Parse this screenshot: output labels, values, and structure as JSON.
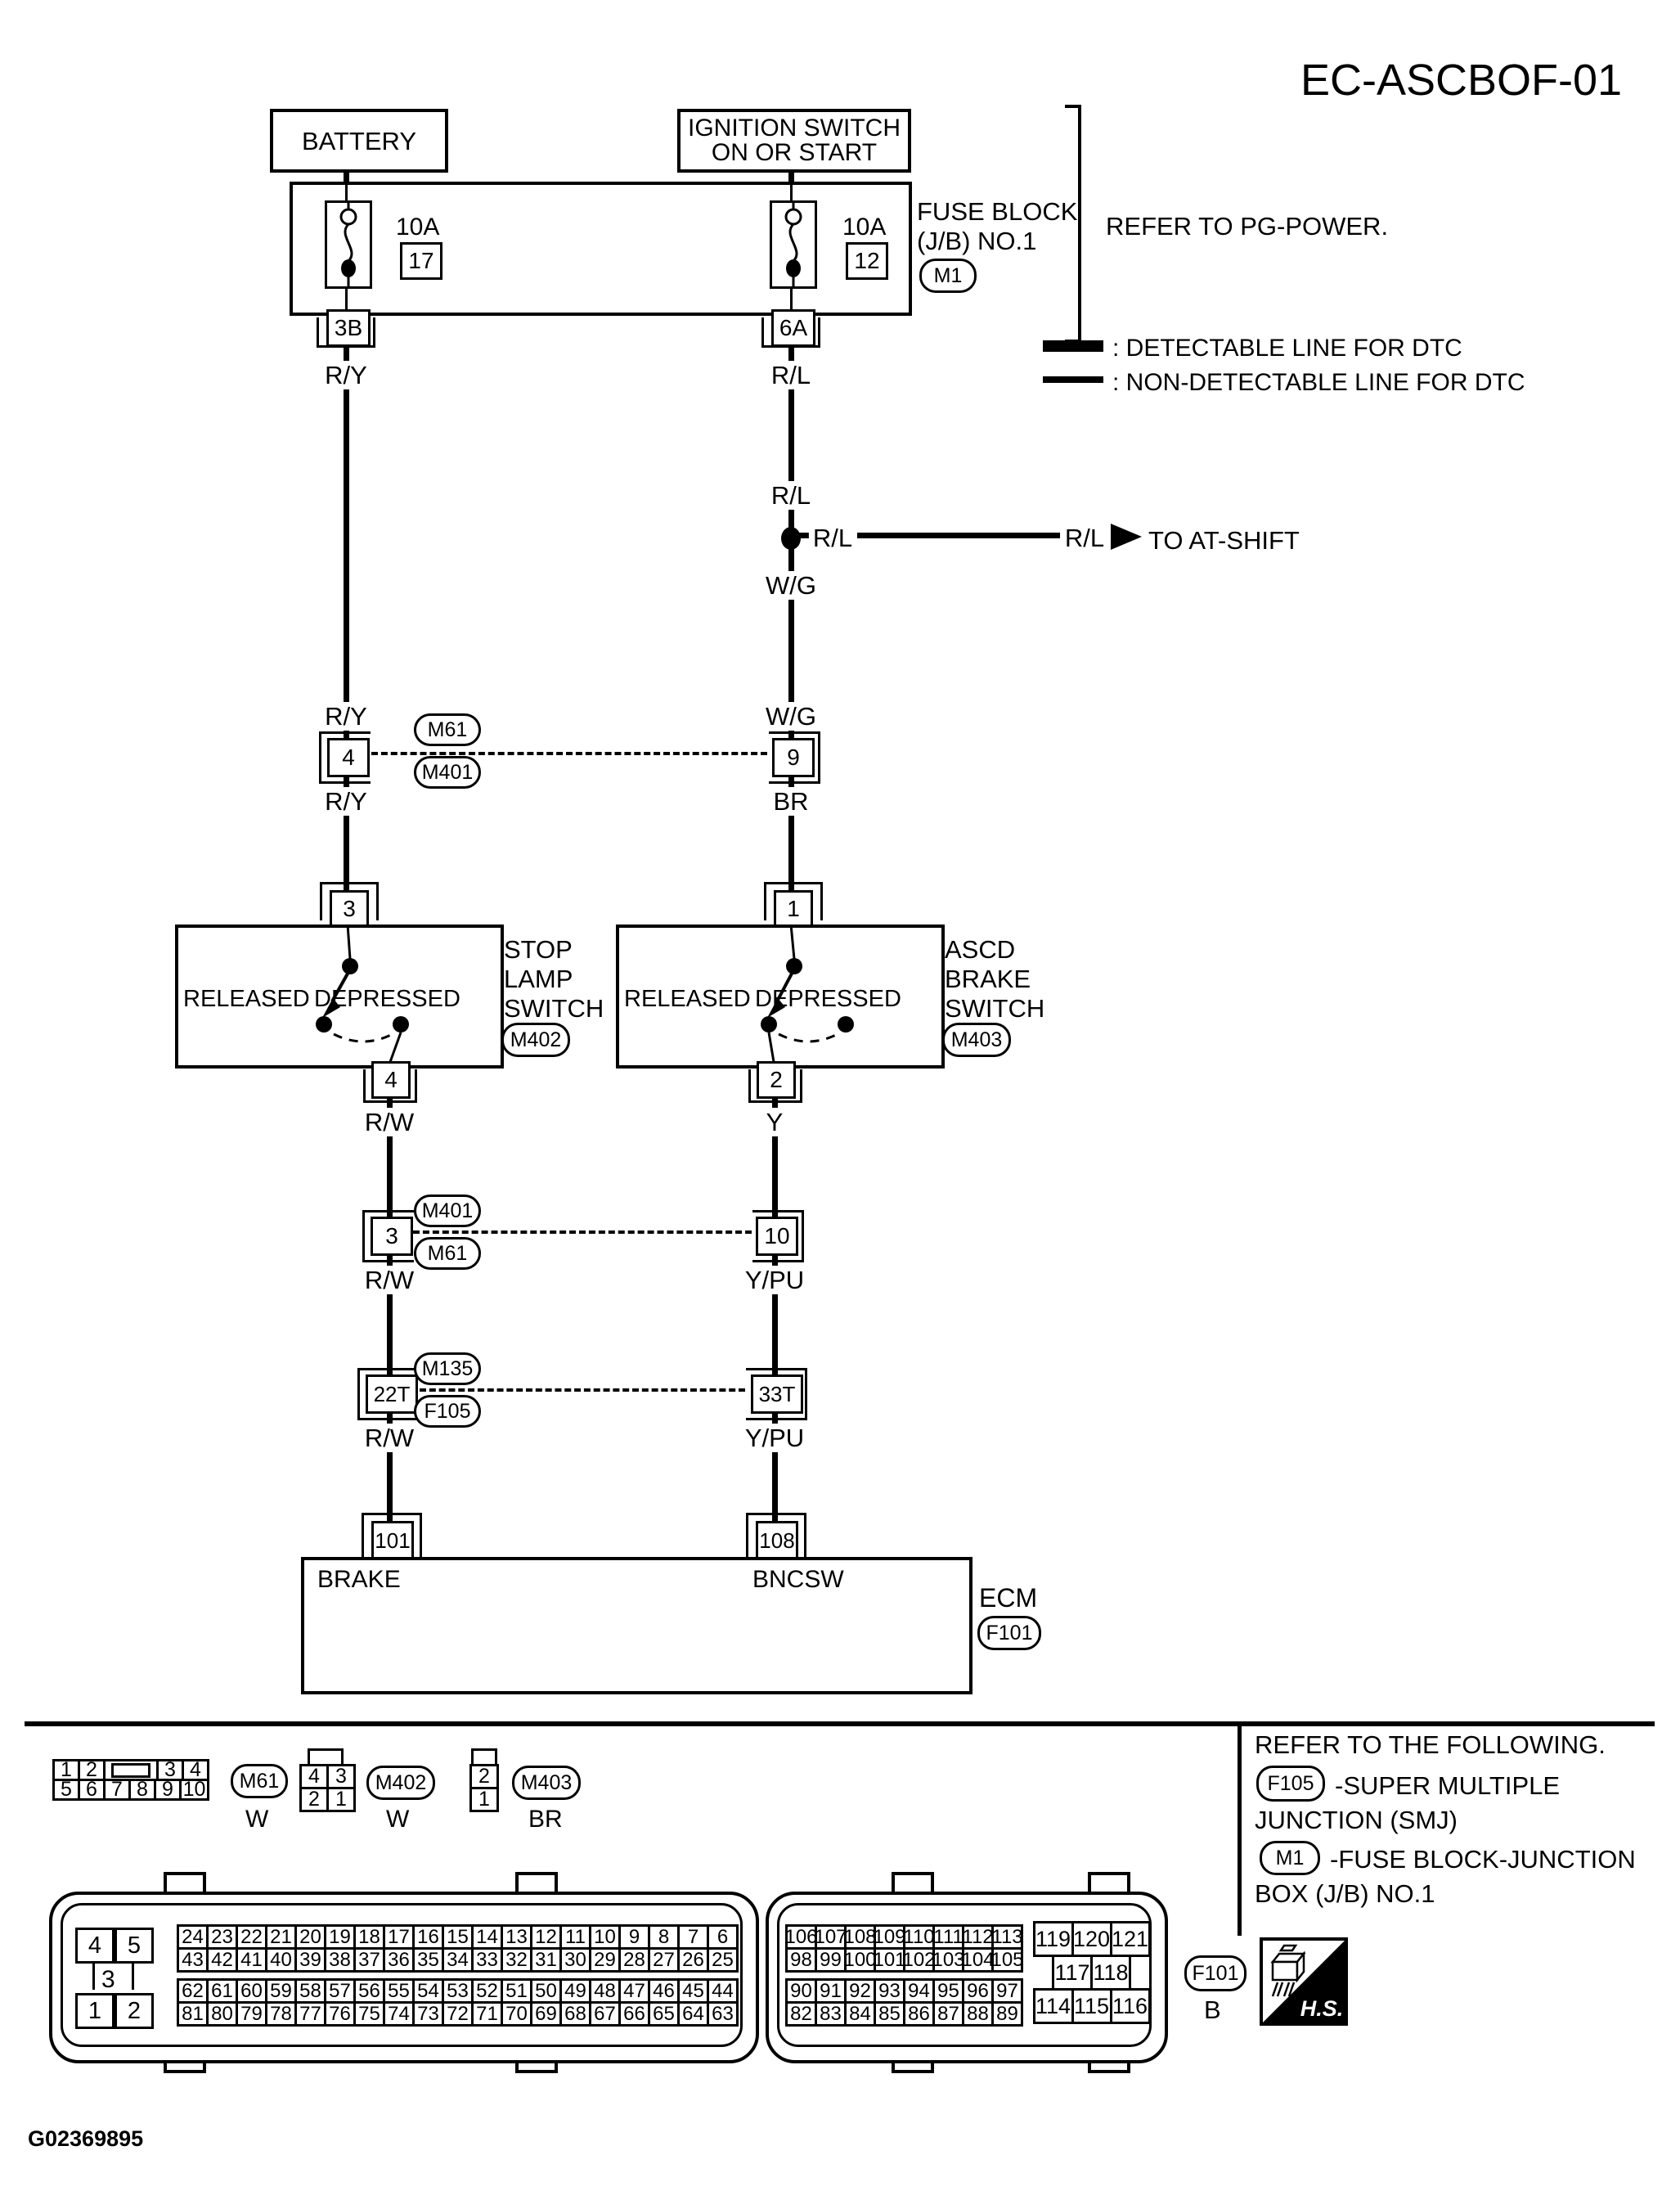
{
  "title": "EC-ASCBOF-01",
  "figure_code": "G02369895",
  "header": {
    "refer_pg_power": "REFER TO PG-POWER."
  },
  "legend": {
    "detectable": ": DETECTABLE LINE FOR DTC",
    "non_detectable": ": NON-DETECTABLE LINE FOR DTC"
  },
  "power": {
    "battery": "BATTERY",
    "ignition_line1": "IGNITION SWITCH",
    "ignition_line2": "ON OR START",
    "fuse_block_line1": "FUSE BLOCK",
    "fuse_block_line2": "(J/B) NO.1",
    "fuse_block_ref": "M1",
    "fuse_left_rating": "10A",
    "fuse_left_no": "17",
    "fuse_right_rating": "10A",
    "fuse_right_no": "12",
    "pin_3b": "3B",
    "pin_6a": "6A"
  },
  "wire_colors": {
    "ry": "R/Y",
    "rl": "R/L",
    "wg": "W/G",
    "br": "BR",
    "rw": "R/W",
    "y": "Y",
    "ypu": "Y/PU"
  },
  "branch": {
    "label": "TO AT-SHIFT",
    "wire": "R/L"
  },
  "junction_row1": {
    "left_pin": "4",
    "right_pin": "9",
    "ref_top": "M61",
    "ref_bottom": "M401"
  },
  "junction_row2": {
    "left_pin": "3",
    "right_pin": "10",
    "ref_top": "M401",
    "ref_bottom": "M61"
  },
  "junction_row3": {
    "left_pin": "22T",
    "right_pin": "33T",
    "ref_top": "M135",
    "ref_bottom": "F105"
  },
  "stop_lamp_switch": {
    "pin_top": "3",
    "pin_bottom": "4",
    "released": "RELEASED",
    "depressed": "DEPRESSED",
    "name1": "STOP",
    "name2": "LAMP",
    "name3": "SWITCH",
    "ref": "M402"
  },
  "ascd_brake_switch": {
    "pin_top": "1",
    "pin_bottom": "2",
    "released": "RELEASED",
    "depressed": "DEPRESSED",
    "name1": "ASCD",
    "name2": "BRAKE",
    "name3": "SWITCH",
    "ref": "M403"
  },
  "ecm": {
    "label": "ECM",
    "ref": "F101",
    "pin_left": "101",
    "pin_left_name": "BRAKE",
    "pin_right": "108",
    "pin_right_name": "BNCSW"
  },
  "footer_refs": {
    "title": "REFER TO THE FOLLOWING.",
    "f105_ref": "F105",
    "f105_line1": "-SUPER MULTIPLE",
    "f105_line2": "JUNCTION (SMJ)",
    "m1_ref": "M1",
    "m1_line1": "-FUSE BLOCK-JUNCTION",
    "m1_line2": "BOX (J/B) NO.1"
  },
  "footer_connectors": {
    "m61": {
      "ref": "M61",
      "color": "W",
      "row1": [
        "1",
        "2",
        "3",
        "4"
      ],
      "row2": [
        "5",
        "6",
        "7",
        "8",
        "9",
        "10"
      ]
    },
    "m402": {
      "ref": "M402",
      "color": "W",
      "row1": [
        "4",
        "3"
      ],
      "row2": [
        "2",
        "1"
      ]
    },
    "m403": {
      "ref": "M403",
      "color": "BR",
      "col": [
        "2",
        "1"
      ]
    }
  },
  "ecm_connector": {
    "ref": "F101",
    "color": "B",
    "hs": "H.S.",
    "pins_small": {
      "r1": [
        "4",
        "5"
      ],
      "mid": "3",
      "r2": [
        "1",
        "2"
      ]
    },
    "grid_a": [
      [
        "24",
        "23",
        "22",
        "21",
        "20",
        "19",
        "18",
        "17",
        "16",
        "15",
        "14",
        "13",
        "12",
        "11",
        "10",
        "9",
        "8",
        "7",
        "6"
      ],
      [
        "43",
        "42",
        "41",
        "40",
        "39",
        "38",
        "37",
        "36",
        "35",
        "34",
        "33",
        "32",
        "31",
        "30",
        "29",
        "28",
        "27",
        "26",
        "25"
      ]
    ],
    "grid_b": [
      [
        "62",
        "61",
        "60",
        "59",
        "58",
        "57",
        "56",
        "55",
        "54",
        "53",
        "52",
        "51",
        "50",
        "49",
        "48",
        "47",
        "46",
        "45",
        "44"
      ],
      [
        "81",
        "80",
        "79",
        "78",
        "77",
        "76",
        "75",
        "74",
        "73",
        "72",
        "71",
        "70",
        "69",
        "68",
        "67",
        "66",
        "65",
        "64",
        "63"
      ]
    ],
    "grid_c": [
      [
        "106",
        "107",
        "108",
        "109",
        "110",
        "111",
        "112",
        "113"
      ],
      [
        "98",
        "99",
        "100",
        "101",
        "102",
        "103",
        "104",
        "105"
      ]
    ],
    "grid_d": [
      [
        "90",
        "91",
        "92",
        "93",
        "94",
        "95",
        "96",
        "97"
      ],
      [
        "82",
        "83",
        "84",
        "85",
        "86",
        "87",
        "88",
        "89"
      ]
    ],
    "grid_e": [
      [
        "119",
        "120",
        "121"
      ],
      [
        "117",
        "118"
      ],
      [
        "114",
        "115",
        "116"
      ]
    ]
  }
}
